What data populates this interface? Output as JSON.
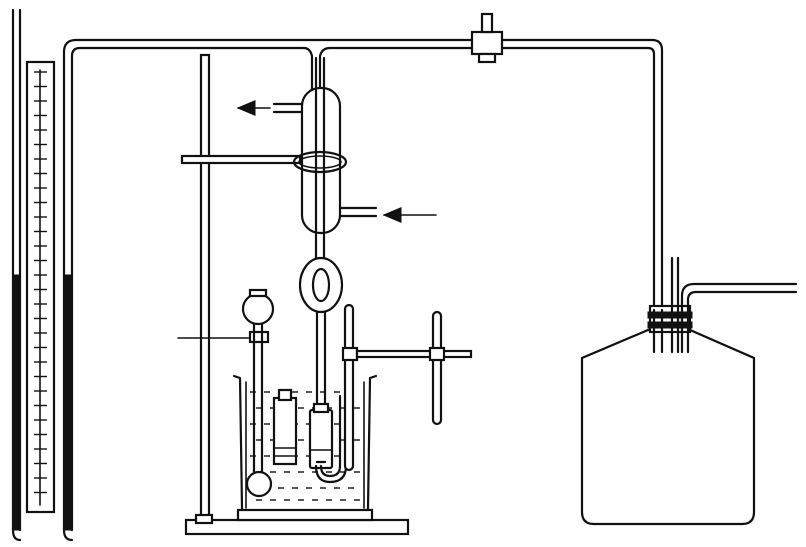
{
  "figure": {
    "type": "laboratory-apparatus",
    "colors": {
      "line": "#111111",
      "background": "#ffffff",
      "mercury": "#111111"
    },
    "icons": [
      "manometer",
      "ruler-scale",
      "ring-stand",
      "reflux-condenser",
      "bulb-trap",
      "dropping-funnel",
      "beaker",
      "water-bath",
      "test-tube",
      "thermometer",
      "three-way-stopcock",
      "buffer-bottle",
      "rubber-stopper"
    ],
    "arrows": [
      "water-out-arrow",
      "water-in-arrow"
    ]
  }
}
